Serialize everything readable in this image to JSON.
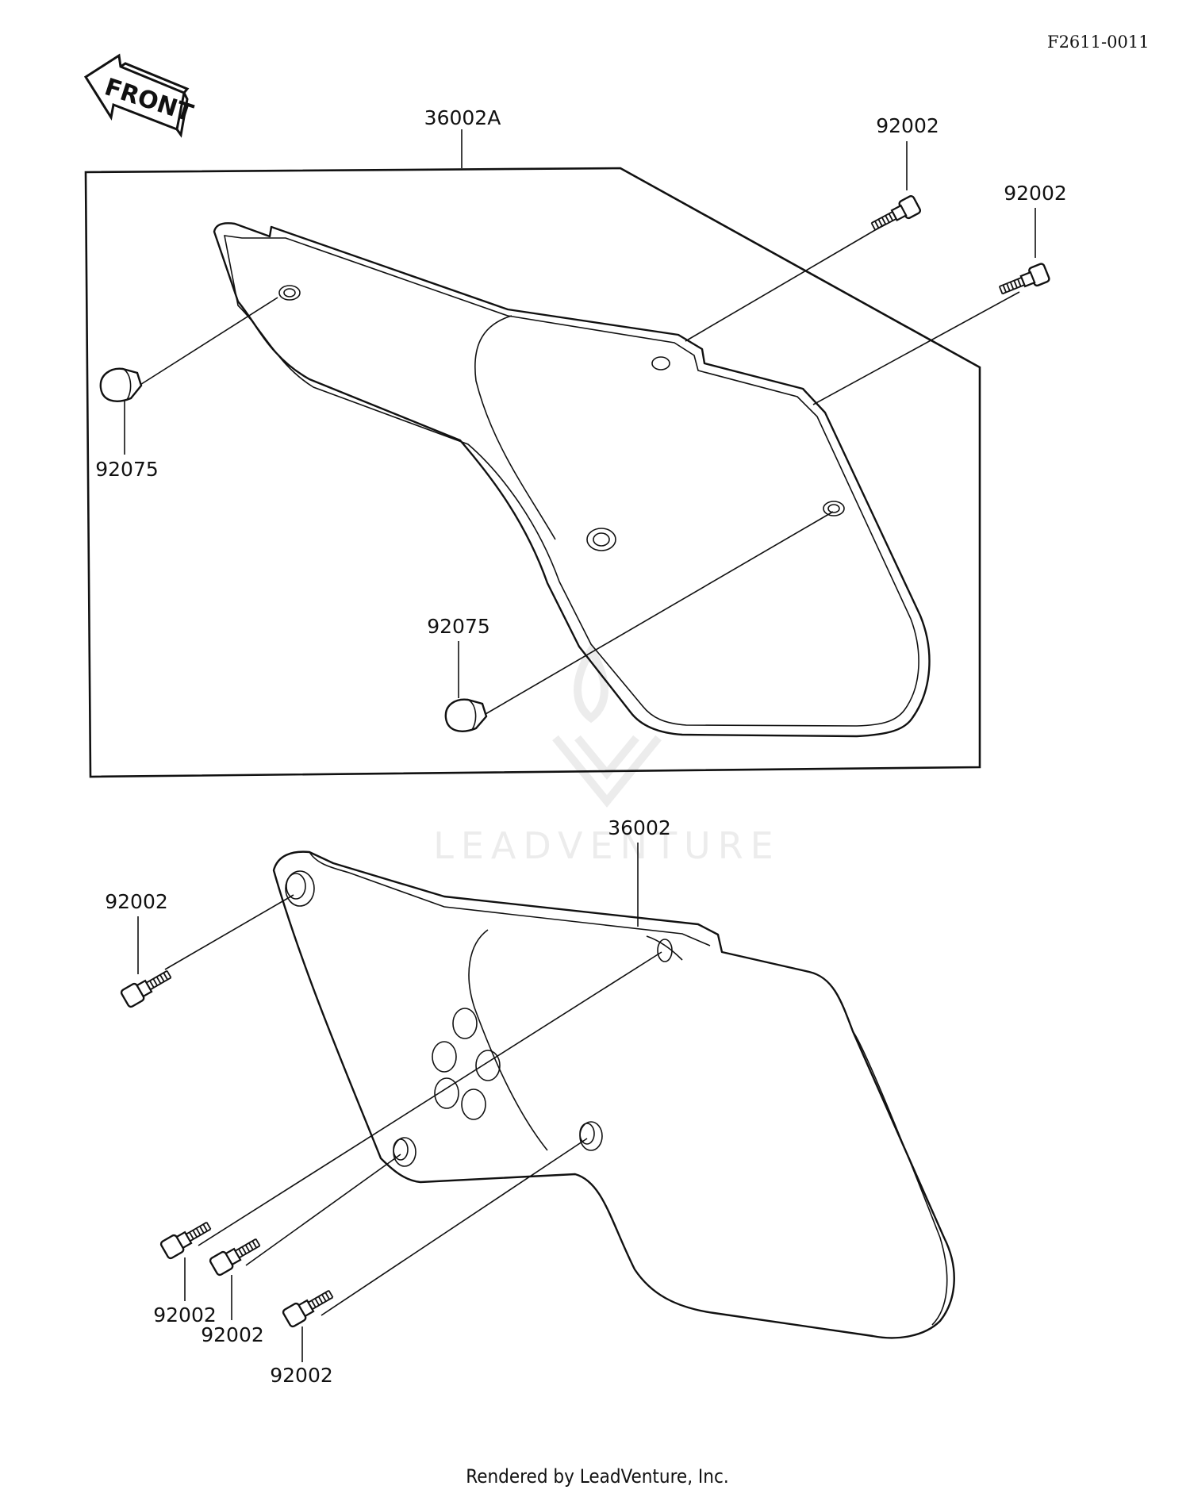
{
  "diagram_code": "F2611-0011",
  "front_label": "FRONT",
  "watermark_text": "LEADVENTURE",
  "footer_text": "Rendered by LeadVenture, Inc.",
  "labels": {
    "part_36002A": "36002A",
    "part_36002": "36002",
    "bolt_top_1": "92002",
    "bolt_top_2": "92002",
    "clip_left": "92075",
    "clip_center": "92075",
    "bolt_left": "92002",
    "bolt_bottom_1": "92002",
    "bolt_bottom_2": "92002",
    "bolt_bottom_3": "92002"
  },
  "colors": {
    "ink": "#111111",
    "watermark": "#ececec",
    "background": "#ffffff"
  }
}
